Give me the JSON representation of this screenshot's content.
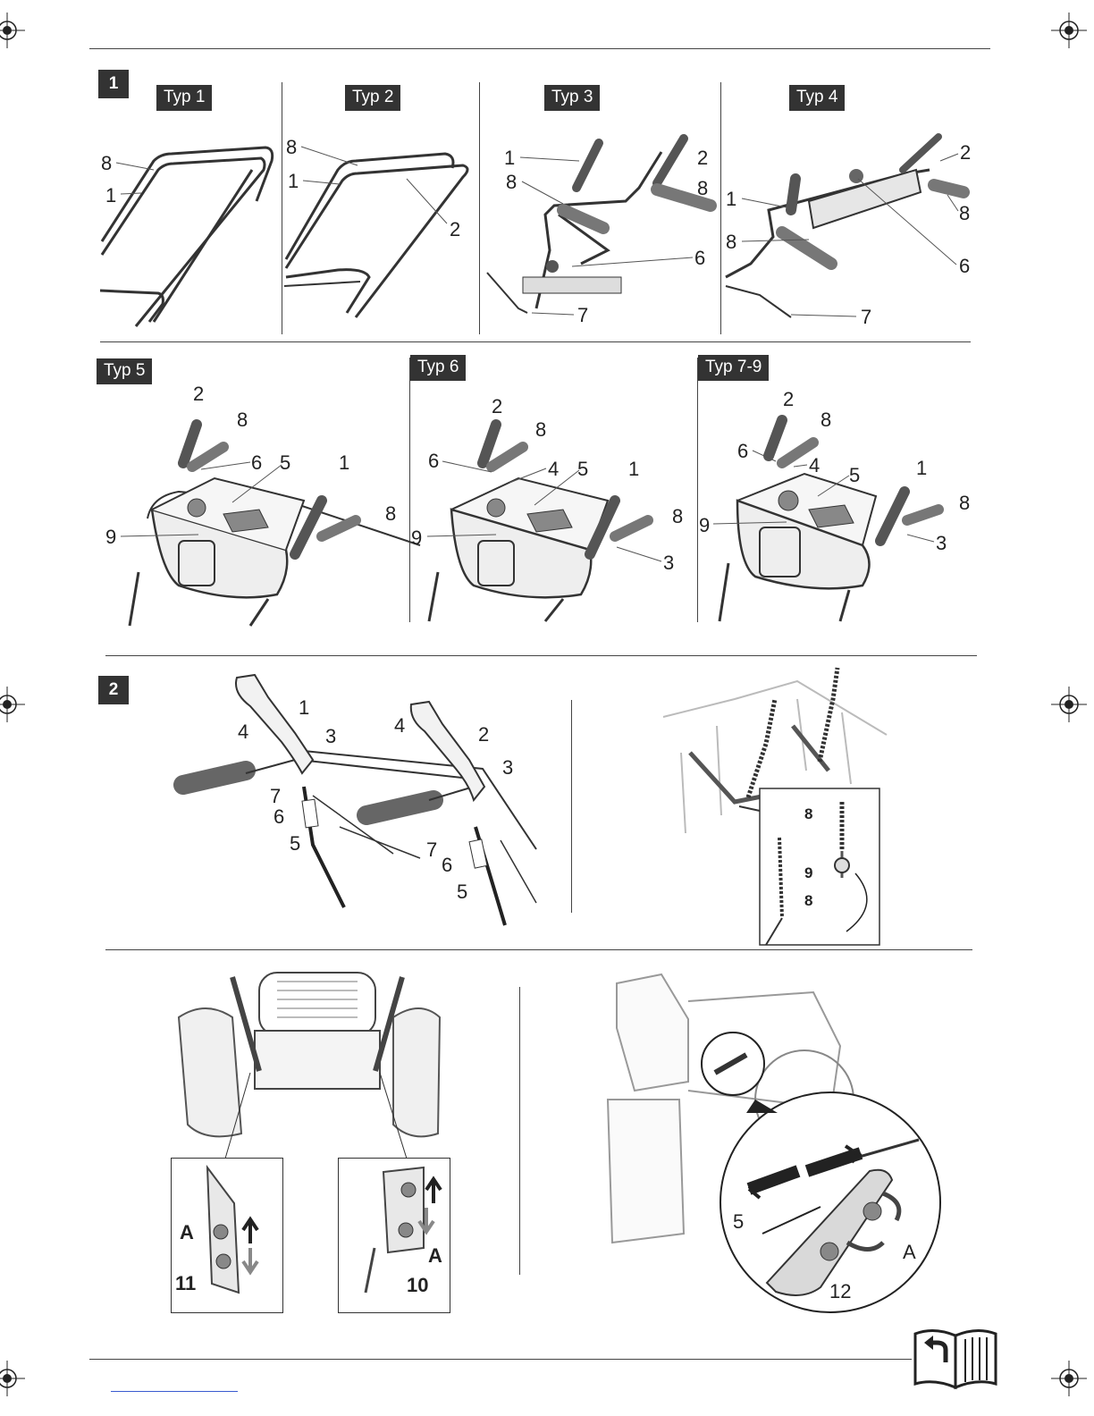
{
  "figure1": {
    "section_number": "1",
    "types": [
      {
        "label": "Typ 1",
        "callouts": [
          "8",
          "1"
        ]
      },
      {
        "label": "Typ 2",
        "callouts": [
          "8",
          "1",
          "2"
        ]
      },
      {
        "label": "Typ 3",
        "callouts": [
          "1",
          "2",
          "8",
          "8",
          "6",
          "7"
        ]
      },
      {
        "label": "Typ 4",
        "callouts": [
          "2",
          "8",
          "1",
          "8",
          "6",
          "7"
        ]
      },
      {
        "label": "Typ 5",
        "callouts": [
          "2",
          "8",
          "6",
          "5",
          "1",
          "8",
          "9"
        ]
      },
      {
        "label": "Typ 6",
        "callouts": [
          "2",
          "8",
          "6",
          "4",
          "5",
          "1",
          "8",
          "9",
          "3"
        ]
      },
      {
        "label": "Typ 7-9",
        "callouts": [
          "2",
          "8",
          "6",
          "4",
          "5",
          "1",
          "8",
          "9",
          "3"
        ]
      }
    ]
  },
  "figure2": {
    "section_number": "2",
    "main_callouts": [
      "1",
      "4",
      "3",
      "4",
      "2",
      "3",
      "7",
      "6",
      "5",
      "7",
      "6",
      "5"
    ],
    "detail_callouts": [
      "8",
      "9",
      "8"
    ]
  },
  "figure3": {
    "left_callouts": [
      "A",
      "11",
      "A",
      "10"
    ],
    "right_callouts": [
      "5",
      "A",
      "12"
    ]
  }
}
